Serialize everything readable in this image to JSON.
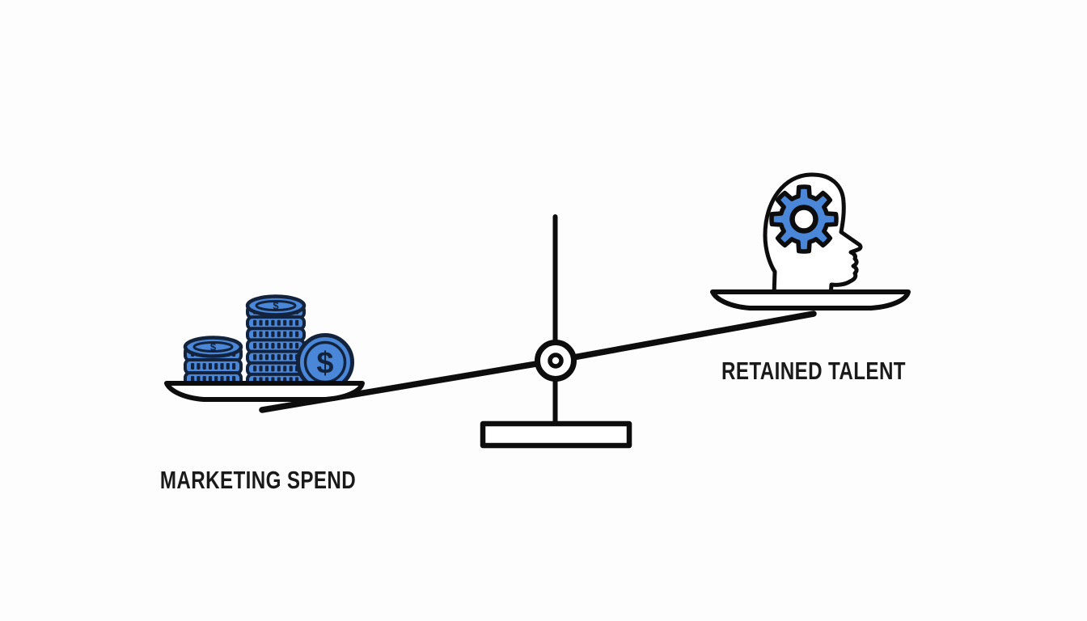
{
  "page": {
    "background": "#fdfdfd",
    "title": "Balance scale illustration"
  },
  "colors": {
    "accent_blue": "#4a87d9",
    "outline": "#0d0d0d",
    "coin_outline": "#14233c",
    "label_text": "#1a1a1a",
    "white": "#ffffff"
  },
  "scene": {
    "type": "balance-scale-illustration",
    "tilt": "left-side-down",
    "left_pan": {
      "label": "MARKETING SPEND",
      "icon": "coin-stacks-icon",
      "currency_symbol": "$",
      "coin_stacks": [
        {
          "name": "small-stack",
          "coins": 3
        },
        {
          "name": "tall-stack",
          "coins": 7
        },
        {
          "name": "dollar-coin",
          "coins": 1
        }
      ],
      "position": "lower"
    },
    "right_pan": {
      "label": "RETAINED TALENT",
      "icon": "head-with-gear-icon",
      "position": "higher"
    }
  }
}
